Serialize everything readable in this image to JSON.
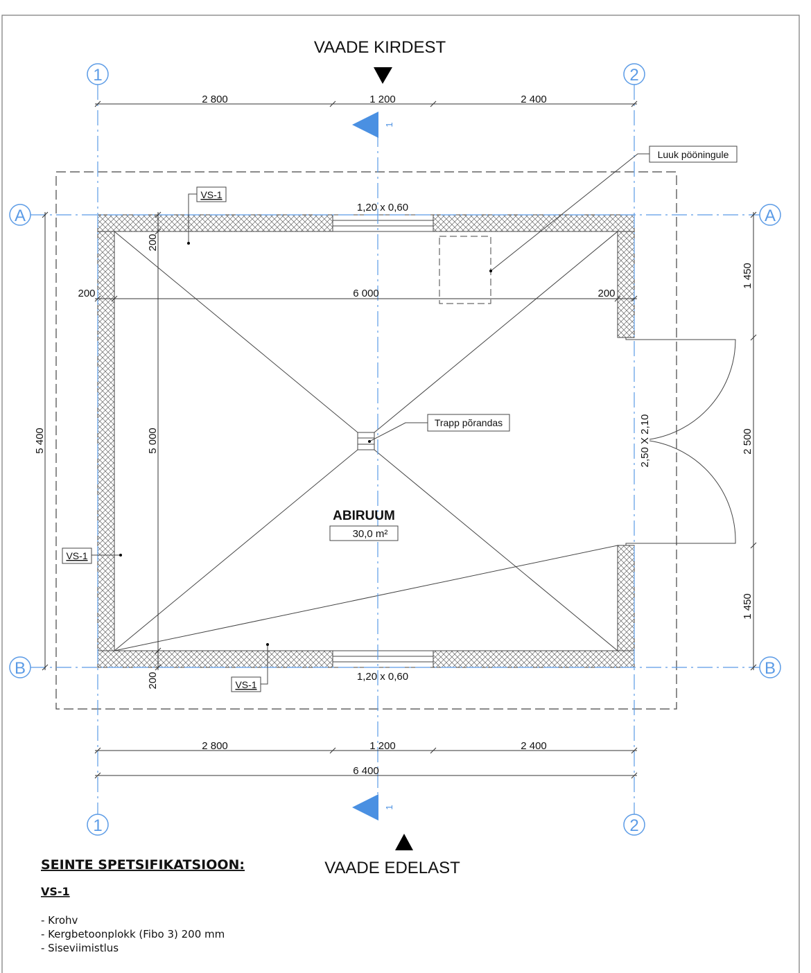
{
  "views": {
    "top": "VAADE KIRDEST",
    "bottom": "VAADE EDELAST"
  },
  "grid": {
    "col1": "1",
    "col2": "2",
    "rowA": "A",
    "rowB": "B"
  },
  "section_marker": "1",
  "dimensions": {
    "top": [
      "2 800",
      "1 200",
      "2 400"
    ],
    "bottom": [
      "2 800",
      "1 200",
      "2 400"
    ],
    "total_width": "6 400",
    "interior": {
      "left_wall": "200",
      "inner": "6 000",
      "right_wall": "200"
    },
    "left_total": "5 400",
    "inner_height": "5 000",
    "wall_top": "200",
    "wall_bottom": "200",
    "right": [
      "1 450",
      "2 500",
      "1 450"
    ]
  },
  "openings": {
    "window_top": "1,20 x 0,60",
    "window_bottom": "1,20 x 0,60",
    "door": "2,50 X 2,10"
  },
  "tags": {
    "wall_top": "VS-1",
    "wall_left": "VS-1",
    "wall_bottom": "VS-1",
    "hatch": "Luuk pööningule",
    "drain": "Trapp põrandas"
  },
  "room": {
    "name": "ABIRUUM",
    "area": "30,0 m²"
  },
  "spec": {
    "heading": "SEINTE SPETSIFIKATSIOON:",
    "type": "VS-1",
    "layers": [
      "- Krohv",
      "- Kergbetoonplokk (Fibo 3) 200 mm",
      "- Siseviimistlus"
    ]
  },
  "colors": {
    "grid": "#5b9be6",
    "section": "#4a90e2"
  }
}
